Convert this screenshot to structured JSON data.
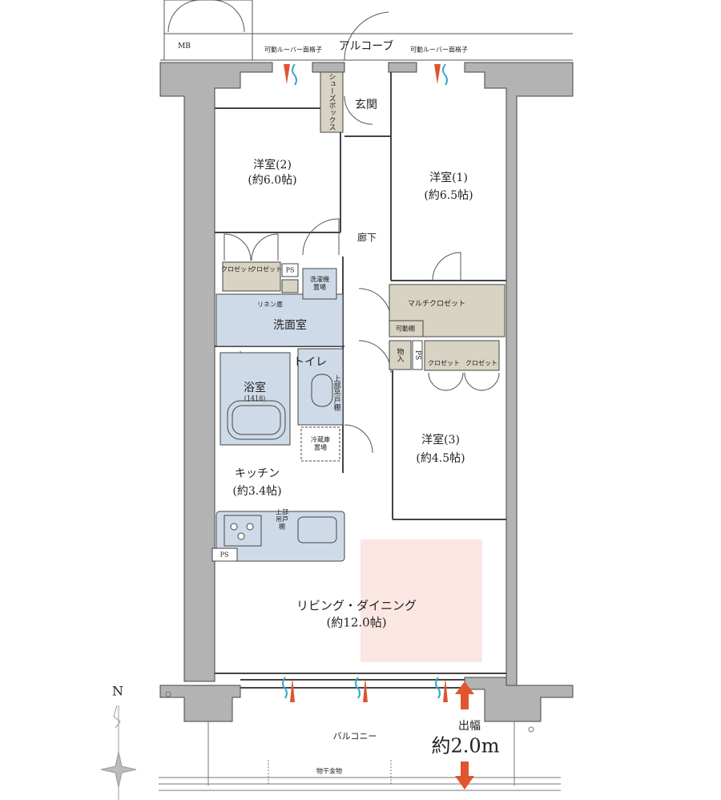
{
  "labels": {
    "mb": "MB",
    "louver_left": "可動ルーバー面格子",
    "louver_right": "可動ルーバー面格子",
    "alcove": "アルコーブ",
    "shoebox": "シューズボックス",
    "entrance": "玄関",
    "room2_name": "洋室(2)",
    "room2_size": "(約6.0帖)",
    "room1_name": "洋室(1)",
    "room1_size": "(約6.5帖)",
    "corridor": "廊下",
    "closet_a": "クロゼット",
    "closet_b": "クロゼット",
    "ps_1": "PS",
    "washer": "洗濯機置場",
    "linen": "リネン庫",
    "washroom": "洗面室",
    "multi_closet": "マルチクロゼット",
    "movable_shelf": "可動棚",
    "storage": "物入",
    "ps_2": "PS",
    "closet_c": "クロゼット",
    "closet_d": "クロゼット",
    "bathroom": "浴室",
    "bath_size": "(1418)",
    "toilet": "トイレ",
    "upper_cabinet_toilet": "上部吊戸棚",
    "fridge": "冷蔵庫置場",
    "room3_name": "洋室(3)",
    "room3_size": "(約4.5帖)",
    "kitchen_name": "キッチン",
    "kitchen_size": "(約3.4帖)",
    "upper_cabinet_kitchen": "上部吊戸棚",
    "ps_3": "PS",
    "ld_name": "リビング・ダイニング",
    "ld_size": "(約12.0帖)",
    "balcony": "バルコニー",
    "balcony_depth_label": "出幅",
    "balcony_depth_value": "約2.0m",
    "clothes_hanger": "物干金物",
    "north": "N"
  },
  "colors": {
    "wall": "#b3b3b3",
    "storage": "#d9d3c3",
    "wet_area": "#cfdae8",
    "living_highlight": "#fce6e3",
    "warm_air": "#e0542e",
    "cool_air": "#3aa6c9"
  }
}
